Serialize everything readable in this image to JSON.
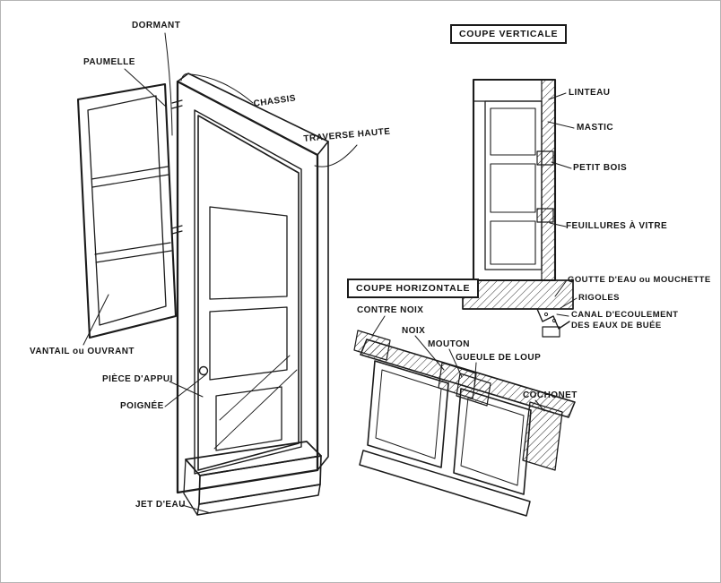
{
  "colors": {
    "ink": "#1b1b1b",
    "paper": "#ffffff",
    "frame_border": "#b5b5b5"
  },
  "sections": {
    "vertical_cut": {
      "title": "COUPE VERTICALE"
    },
    "horizontal_cut": {
      "title": "COUPE HORIZONTALE"
    }
  },
  "labels": {
    "dormant": "DORMANT",
    "paumelle": "PAUMELLE",
    "chassis": "CHASSIS",
    "traverse_haute": "TRAVERSE HAUTE",
    "vantail": "VANTAIL ou OUVRANT",
    "piece_appui": "PIÈCE D'APPUI",
    "poignee": "POIGNÉE",
    "jet_eau": "JET D'EAU",
    "linteau": "LINTEAU",
    "mastic": "MASTIC",
    "petit_bois": "PETIT BOIS",
    "feuillures_a_vitre": "FEUILLURES À VITRE",
    "goutte_eau": "GOUTTE D'EAU ou MOUCHETTE",
    "rigoles": "RIGOLES",
    "canal_ecoulement": "CANAL D'ECOULEMENT DES EAUX DE BUÉE",
    "contre_noix": "CONTRE NOIX",
    "noix": "NOIX",
    "mouton": "MOUTON",
    "gueule_de_loup": "GUEULE DE LOUP",
    "cochonet": "COCHONET"
  }
}
